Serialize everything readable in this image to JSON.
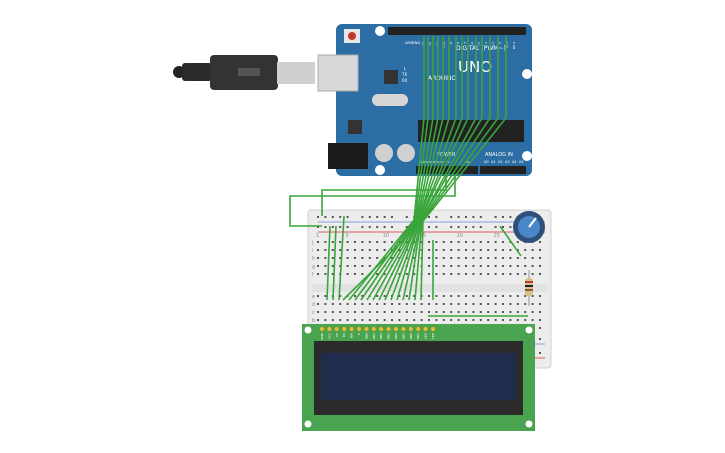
{
  "board": {
    "brand": "ARDUINO",
    "model": "UNO",
    "digital_label": "DIGITAL (PWM~)",
    "power_label": "POWER",
    "analog_label": "ANALOG IN",
    "aref_label": "AREF",
    "gnd_label": "GND",
    "tx_label": "TX",
    "rx_label": "RX",
    "l_label": "L",
    "ioref_label": "IOREF",
    "reset_label": "RESET",
    "v33_label": "3.3V",
    "v5_label": "5V",
    "vin_label": "Vin",
    "analog_pins": [
      "A0",
      "A1",
      "A2",
      "A3",
      "A4",
      "A5"
    ],
    "digital_pins": [
      "13",
      "12",
      "~11",
      "~10",
      "~9",
      "8",
      "7",
      "~6",
      "~5",
      "4",
      "~3",
      "2",
      "TX 1",
      "RX 0"
    ]
  },
  "breadboard": {
    "row_letters_top": [
      "j",
      "i",
      "h",
      "g",
      "f"
    ],
    "row_letters_bottom": [
      "e",
      "d",
      "c",
      "b",
      "a"
    ],
    "col_numbers": [
      "1",
      "5",
      "10",
      "15",
      "20",
      "25",
      "30"
    ]
  },
  "lcd": {
    "pin_labels": [
      "GND",
      "VCC",
      "V0",
      "RS",
      "RW",
      "E",
      "DB0",
      "DB1",
      "DB2",
      "DB3",
      "DB4",
      "DB5",
      "DB6",
      "DB7",
      "LED",
      "LED"
    ]
  },
  "colors": {
    "board": "#2c6ea3",
    "wire": "#3aa53a",
    "lcd_pcb": "#4aa44f",
    "lcd_screen": "#1f2c4d",
    "breadboard": "#ececec"
  }
}
